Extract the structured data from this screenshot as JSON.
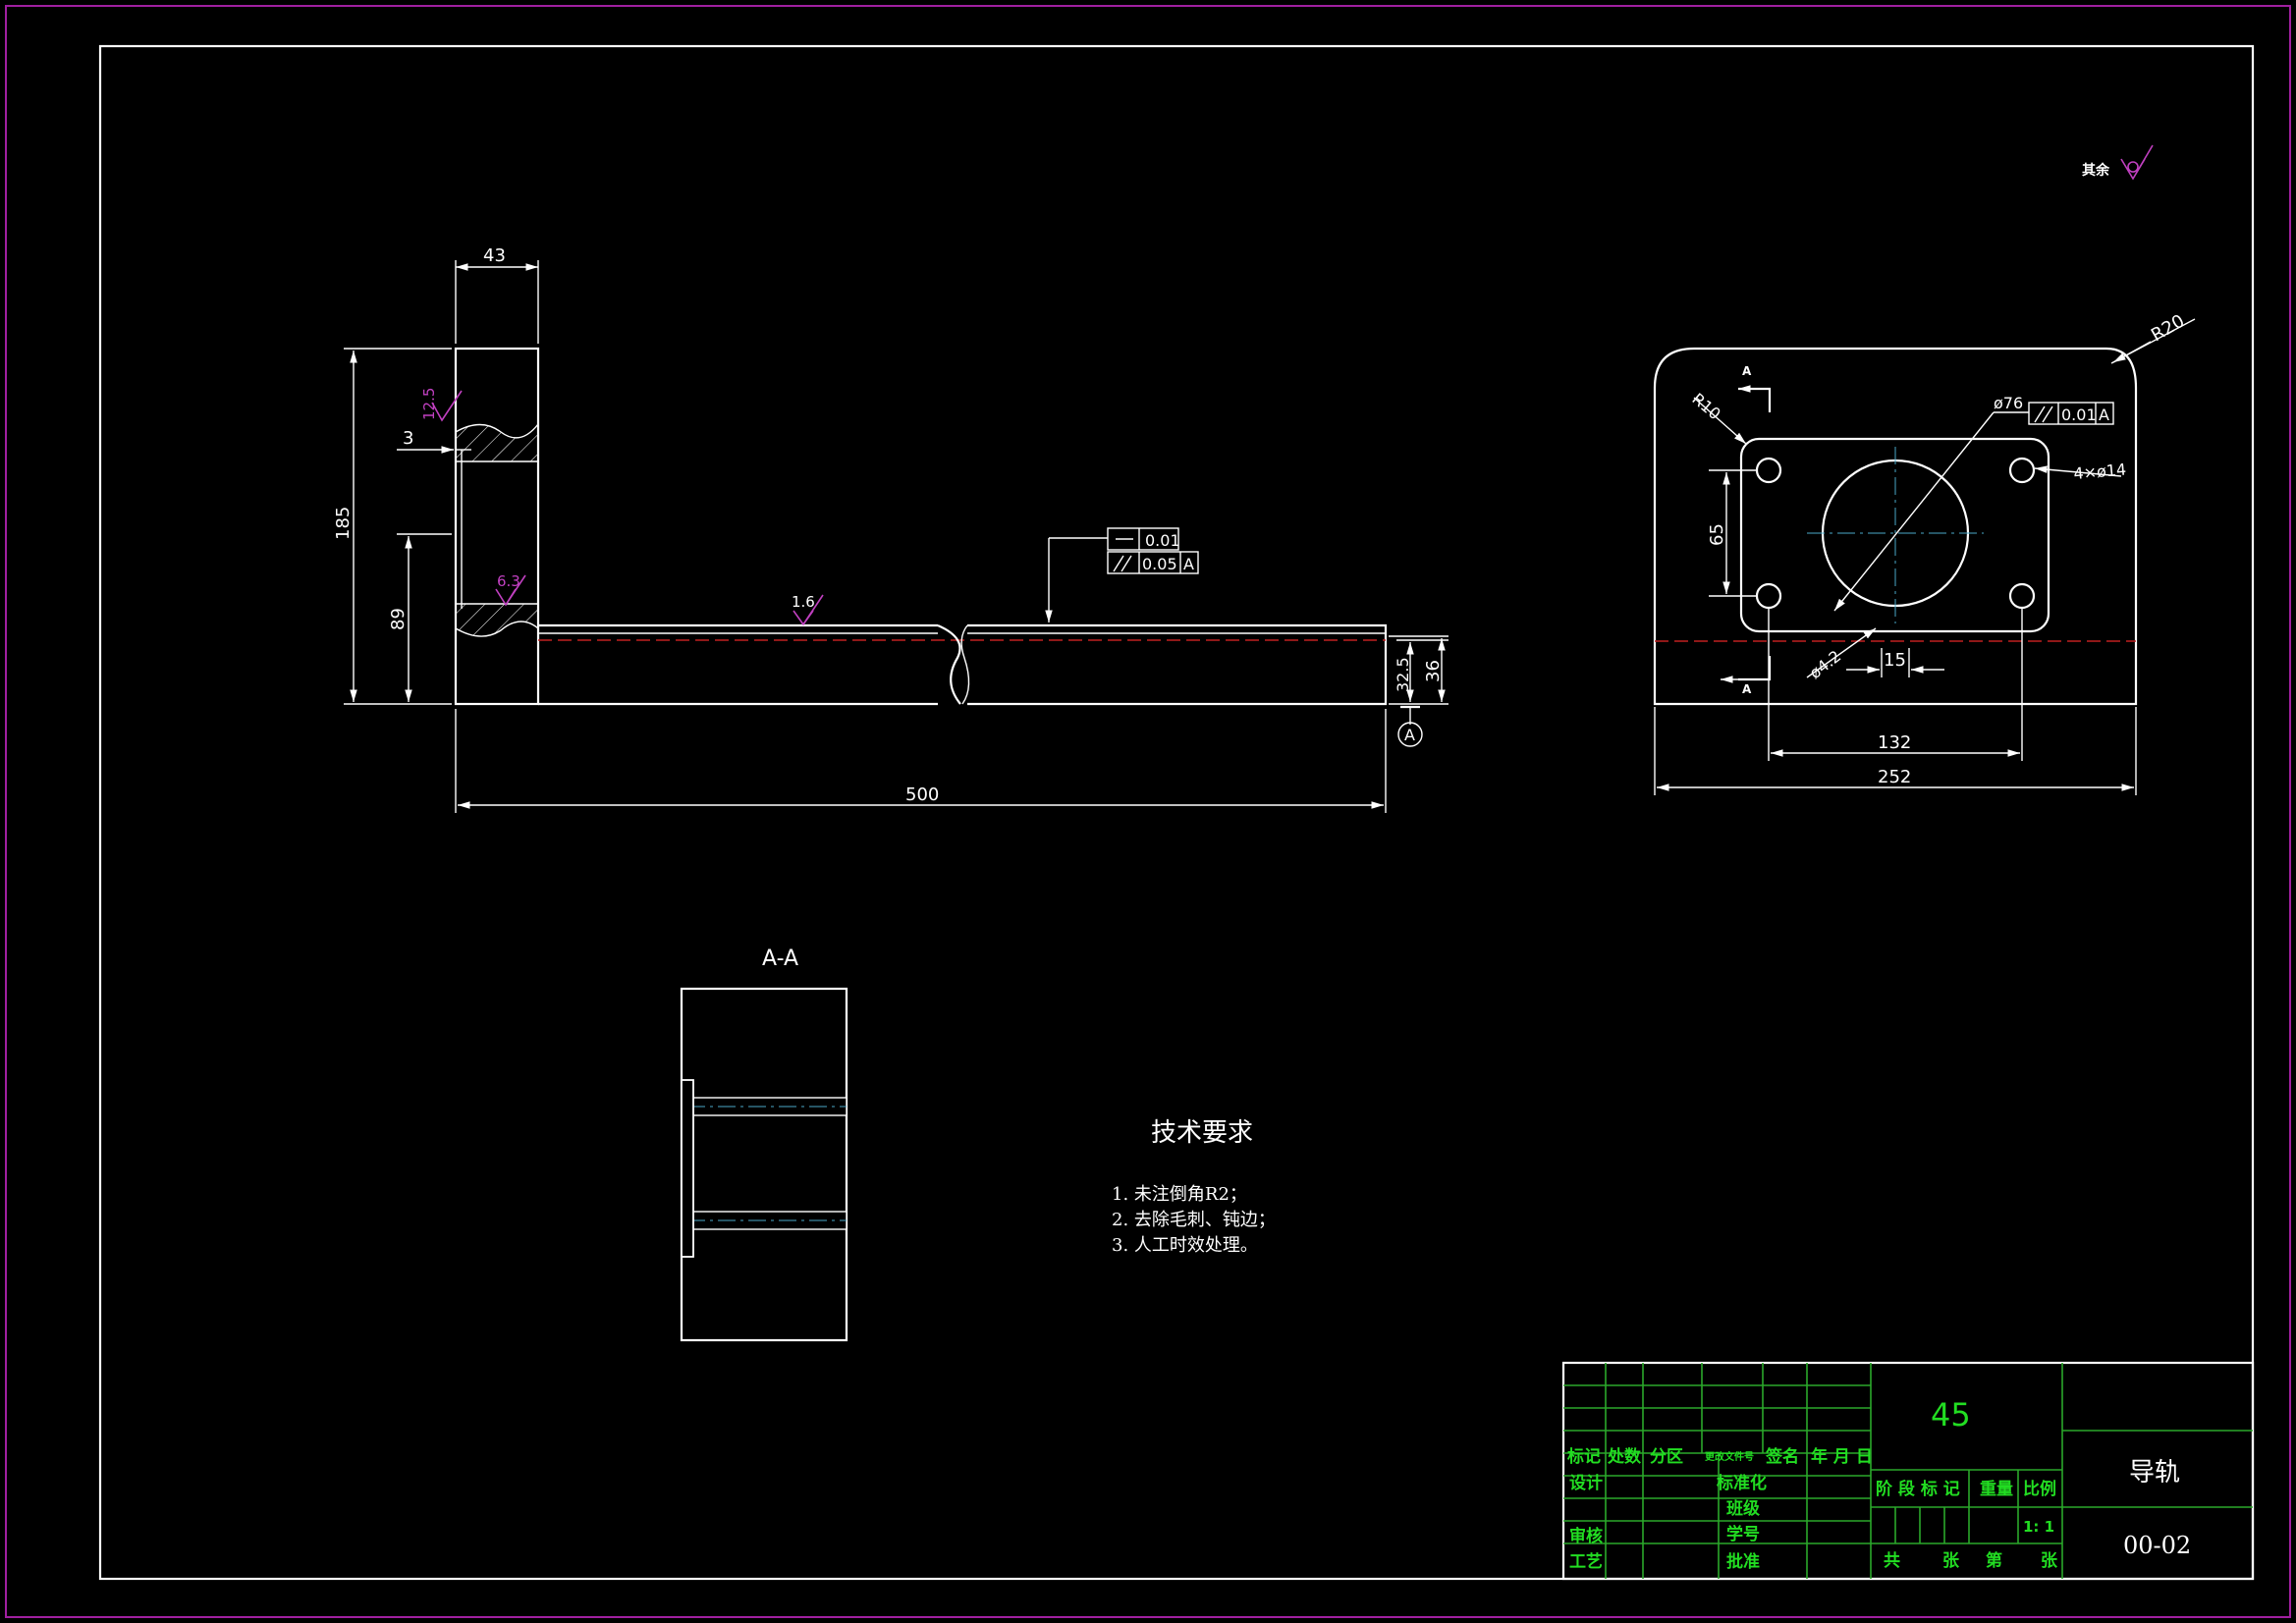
{
  "roughness_note": {
    "label": "其余"
  },
  "roughness_values": [
    "12.5",
    "6.3",
    "1.6"
  ],
  "dimensions": {
    "front": [
      "43",
      "185",
      "89",
      "3",
      "500",
      "32.5",
      "36"
    ],
    "side": [
      "R20",
      "R10",
      "ø76",
      "4×ø14",
      "65",
      "ø4.2",
      "15",
      "132",
      "252"
    ]
  },
  "tolerances": {
    "flatness": "0.01",
    "parallel_front": "0.05",
    "parallel_side": "0.01",
    "datum": "A"
  },
  "section_marks": {
    "cut": "A",
    "view": "A-A"
  },
  "tech_requirements": {
    "title": "技术要求",
    "items": [
      "1.  未注倒角R2；",
      "2.  去除毛刺、钝边；",
      "3.  人工时效处理。"
    ]
  },
  "title_block": {
    "material": "45",
    "part_name": "导轨",
    "drawing_number": "00-02",
    "scale": "1: 1",
    "labels": {
      "biaoji": "标记",
      "chushu": "处数",
      "fenqu": "分区",
      "gengai": "更改文件号",
      "qianming": "签名",
      "nianyueri": "年 月 日",
      "sheji": "设计",
      "biaozhunhua": "标准化",
      "banji": "班级",
      "shenhe": "审核",
      "xuehao": "学号",
      "gongyi": "工艺",
      "pizhun": "批准",
      "jieduan": "阶 段 标 记",
      "zhongliang": "重量",
      "bili": "比例",
      "gong": "共",
      "zhang1": "张",
      "di": "第",
      "zhang2": "张"
    }
  },
  "colors": {
    "background": "#000000",
    "border": "#ffffff",
    "frame": "#a020a0",
    "title_block": "#22dd22",
    "roughness": "#c040c0",
    "centerline": "#4aa8c8",
    "hidden": "#c02020"
  }
}
